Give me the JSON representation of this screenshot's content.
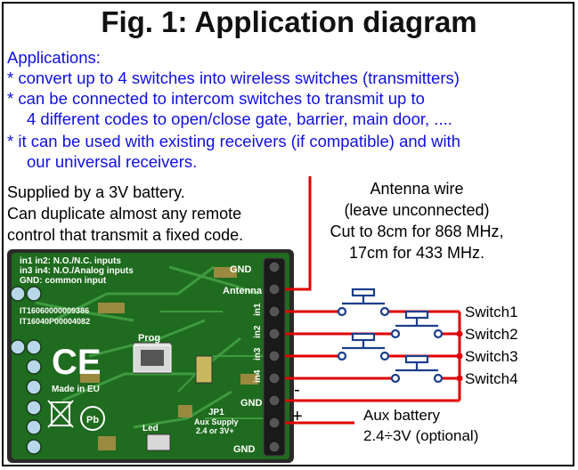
{
  "title": "Fig. 1: Application diagram",
  "applications": {
    "heading": "Applications:",
    "lines": [
      "* convert up to 4 switches into wireless switches (transmitters)",
      "* can be connected to intercom switches to transmit up to",
      "4 different codes to open/close gate, barrier, main door, ....",
      "* it can be used with existing receivers (if compatible) and with",
      "our universal receivers."
    ]
  },
  "supply_note": [
    "Supplied by a 3V battery.",
    "Can duplicate almost any remote",
    "control that transmit a fixed code."
  ],
  "antenna_note": [
    "Antenna wire",
    "(leave unconnected)",
    "Cut to 8cm for 868 MHz,",
    "17cm for 433 MHz."
  ],
  "switches": [
    "Switch1",
    "Switch2",
    "Switch3",
    "Switch4"
  ],
  "aux_battery": {
    "minus": "-",
    "plus": "+",
    "label": "Aux battery",
    "voltage": "2.4÷3V (optional)"
  },
  "pcb": {
    "inputs": [
      "in1 in2: N.O./N.C. inputs",
      "in3 in4: N.O./Analog inputs",
      "GND: common input"
    ],
    "gnd_top": "GND",
    "antenna": "Antenna",
    "serials": [
      "IT16060000009386",
      "IT16040P00004082"
    ],
    "prog": "Prog",
    "ce_mark": "CE",
    "made_in": "Made in EU",
    "pins": [
      "in1",
      "in2",
      "in3",
      "in4"
    ],
    "gnd_mid": "GND",
    "jp1": "JP1",
    "aux_supply": "Aux Supply",
    "aux_voltage": "2.4 or 3V+",
    "led": "Led",
    "gnd_bottom": "GND",
    "pb_symbol": "Pb"
  },
  "colors": {
    "title": "#111111",
    "applications_text": "#1010e0",
    "wire": "#e00000",
    "pcb": "#1f6b1f",
    "switch": "#1a3e8a"
  }
}
